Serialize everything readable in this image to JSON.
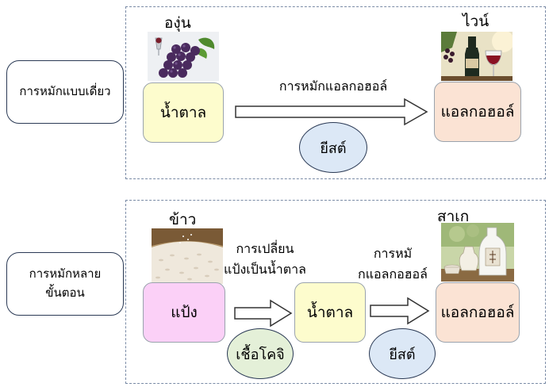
{
  "single": {
    "label": "การหมักแบบเดี่ยว",
    "ingredient_title": "องุ่น",
    "product_title": "ไวน์",
    "sugar": "น้ำตาล",
    "process": "การหมักแอลกอฮอล์",
    "alcohol": "แอลกอฮอล์",
    "agent": "ยีสต์"
  },
  "multi": {
    "label_line1": "การหมักหลาย",
    "label_line2": "ขั้นตอน",
    "ingredient_title": "ข้าว",
    "product_title": "สาเก",
    "starch": "แป้ง",
    "step1_line1": "การเปลี่ยน",
    "step1_line2": "แป้งเป็นน้ำตาล",
    "sugar": "น้ำตาล",
    "step2_line1": "การหมั",
    "step2_line2": "กแอลกอฮอล์",
    "alcohol": "แอลกอฮอล์",
    "agent1": "เชื้อโคจิ",
    "agent2": "ยีสต์"
  },
  "colors": {
    "sugar_fill": "#fdfccd",
    "alcohol_fill": "#fbe3d4",
    "starch_fill": "#fbd0f7",
    "yeast_fill": "#dce8f6",
    "koji_fill": "#e4f0d8",
    "panel_border": "#7a8ba6"
  },
  "icons": {
    "grape": "grape-photo-icon",
    "wine": "wine-photo-icon",
    "rice": "rice-photo-icon",
    "sake": "sake-photo-icon"
  }
}
